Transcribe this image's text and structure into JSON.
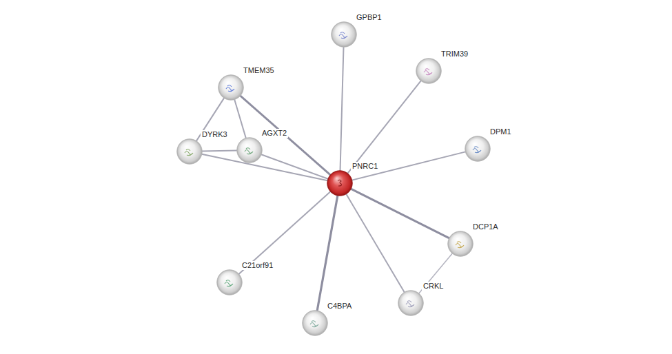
{
  "diagram": {
    "nodes": [
      {
        "text": [
          "GPBP1"
        ]
      },
      {
        "text": [
          "TRIM39"
        ]
      },
      {
        "text": [
          "TMEM35"
        ]
      },
      {
        "text": [
          "DYRK3"
        ]
      },
      {
        "text": [
          "AGXT2"
        ]
      },
      {
        "text": [
          "DPM1"
        ]
      },
      {
        "text": [
          "PNRC1"
        ]
      },
      {
        "text": [
          "DCP1A"
        ]
      },
      {
        "text": [
          "CRKL"
        ]
      },
      {
        "text": [
          "C21orf91"
        ]
      },
      {
        "text": [
          "C4BPA"
        ]
      }
    ],
    "edges": [
      {
        "from": 6,
        "to": 0,
        "arrow": "none"
      },
      {
        "from": 6,
        "to": 1,
        "arrow": "none"
      },
      {
        "from": 6,
        "to": 2,
        "arrow": "none"
      },
      {
        "from": 6,
        "to": 3,
        "arrow": "none"
      },
      {
        "from": 6,
        "to": 4,
        "arrow": "none"
      },
      {
        "from": 6,
        "to": 5,
        "arrow": "none"
      },
      {
        "from": 6,
        "to": 7,
        "arrow": "none"
      },
      {
        "from": 6,
        "to": 8,
        "arrow": "none"
      },
      {
        "from": 6,
        "to": 9,
        "arrow": "none"
      },
      {
        "from": 6,
        "to": 10,
        "arrow": "none"
      },
      {
        "from": 2,
        "to": 3,
        "arrow": "none"
      },
      {
        "from": 2,
        "to": 4,
        "arrow": "none"
      },
      {
        "from": 3,
        "to": 4,
        "arrow": "none"
      },
      {
        "from": 7,
        "to": 8,
        "arrow": "none"
      }
    ]
  }
}
